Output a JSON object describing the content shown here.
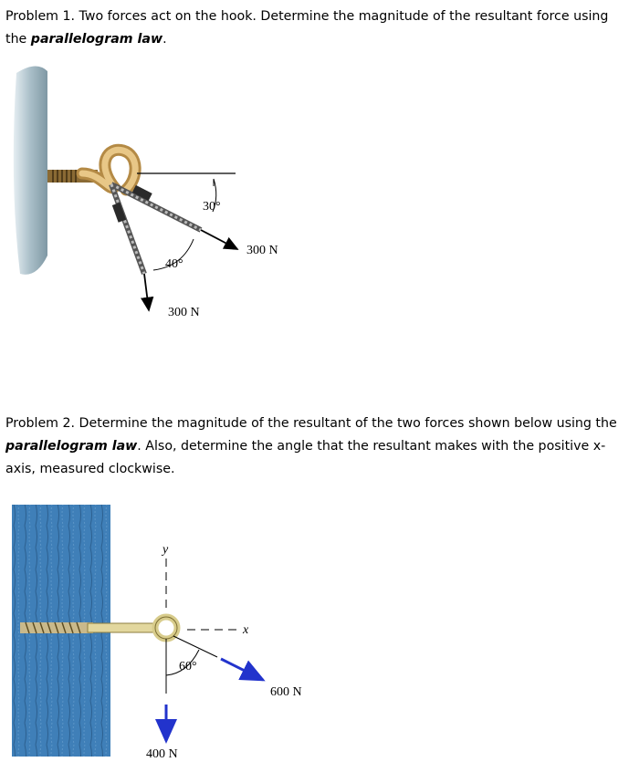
{
  "problem1": {
    "text_a": "Problem 1. Two forces act on the hook. Determine the magnitude of the resultant force using the ",
    "emph": "parallelogram law",
    "text_b": ".",
    "figure": {
      "angle_top": "30°",
      "angle_left": "40°",
      "force_right": "300 N",
      "force_down": "300 N"
    }
  },
  "problem2": {
    "text_a": "Problem 2. Determine the magnitude of the resultant of the two forces shown below using the ",
    "emph": "parallelogram law",
    "text_b": ". Also, determine the angle that the resultant makes with the positive x-axis, measured clockwise.",
    "figure": {
      "y_axis": "y",
      "x_axis": "x",
      "angle": "60°",
      "force_diag": "600 N",
      "force_down": "400 N"
    }
  },
  "colors": {
    "wall1": "#9fb5bf",
    "hook": "#d9b26f",
    "wood": "#3f7fb8",
    "force_arrow_blue": "#2233cc"
  }
}
